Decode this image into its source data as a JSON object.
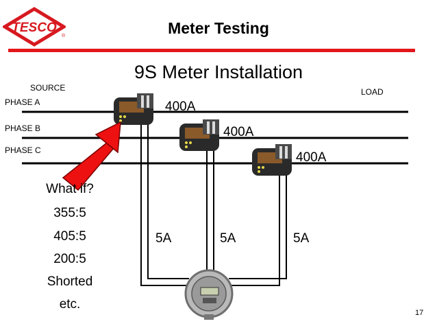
{
  "header": {
    "title": "Meter Testing",
    "logo_text": "TESCO",
    "registered_mark": "®",
    "accent_color": "#e3161b"
  },
  "slide": {
    "title": "9S Meter Installation",
    "page_number": "17"
  },
  "diagram": {
    "source_label": "SOURCE",
    "load_label": "LOAD",
    "phases": [
      {
        "label": "PHASE A",
        "ct_rating": "400A",
        "secondary": "5A"
      },
      {
        "label": "PHASE B",
        "ct_rating": "400A",
        "secondary": "5A"
      },
      {
        "label": "PHASE C",
        "ct_rating": "400A",
        "secondary": "5A"
      }
    ],
    "arrow_color": "#ee1111"
  },
  "what_if": {
    "heading": "What if?",
    "items": [
      "355:5",
      "405:5",
      "200:5",
      "Shorted",
      "etc."
    ]
  }
}
